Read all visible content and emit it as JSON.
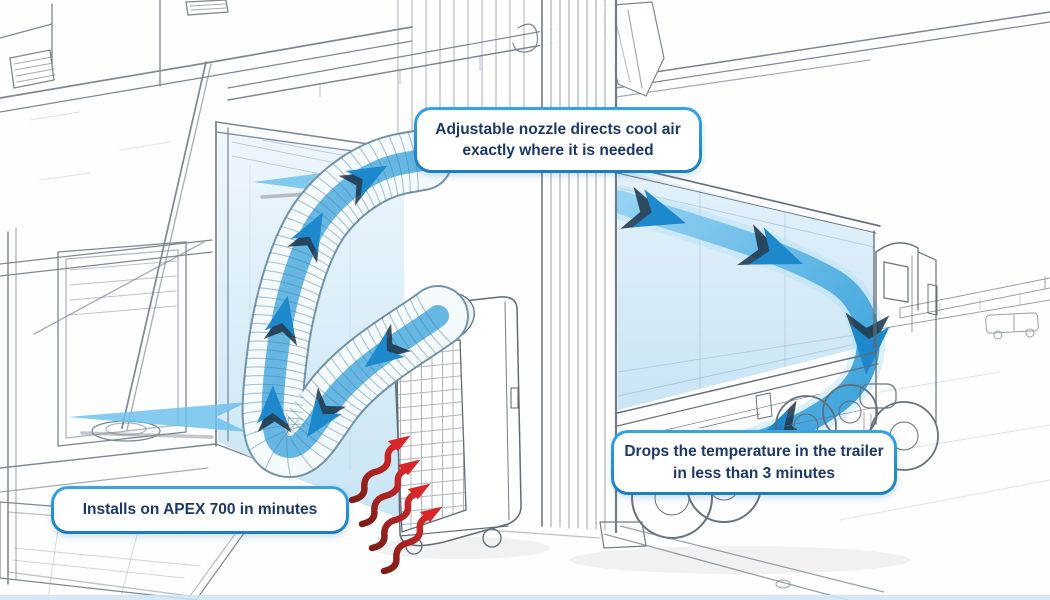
{
  "callouts": {
    "nozzle": "Adjustable nozzle directs cool air exactly where it is needed",
    "trailer": "Drops the temperature in the trailer in less than 3 minutes",
    "install": "Installs on APEX 700 in minutes"
  },
  "colors": {
    "callout_border_top": "#36a4e8",
    "callout_border_bottom": "#1a7ec2",
    "callout_text": "#1c3866",
    "cool_air_light": "#8fd0f2",
    "cool_air_mid": "#6fc2ec",
    "cool_air": "#2f9cd8",
    "cool_air_deep": "#1d88cc",
    "cool_wash_light": "#eef6fc",
    "cool_wash": "#c9e5f5",
    "arrow_shadow": "#1b3246",
    "heat_bright": "#d8262b",
    "heat_dark": "#7b1d15",
    "sketch_line": "#6e7b88"
  }
}
